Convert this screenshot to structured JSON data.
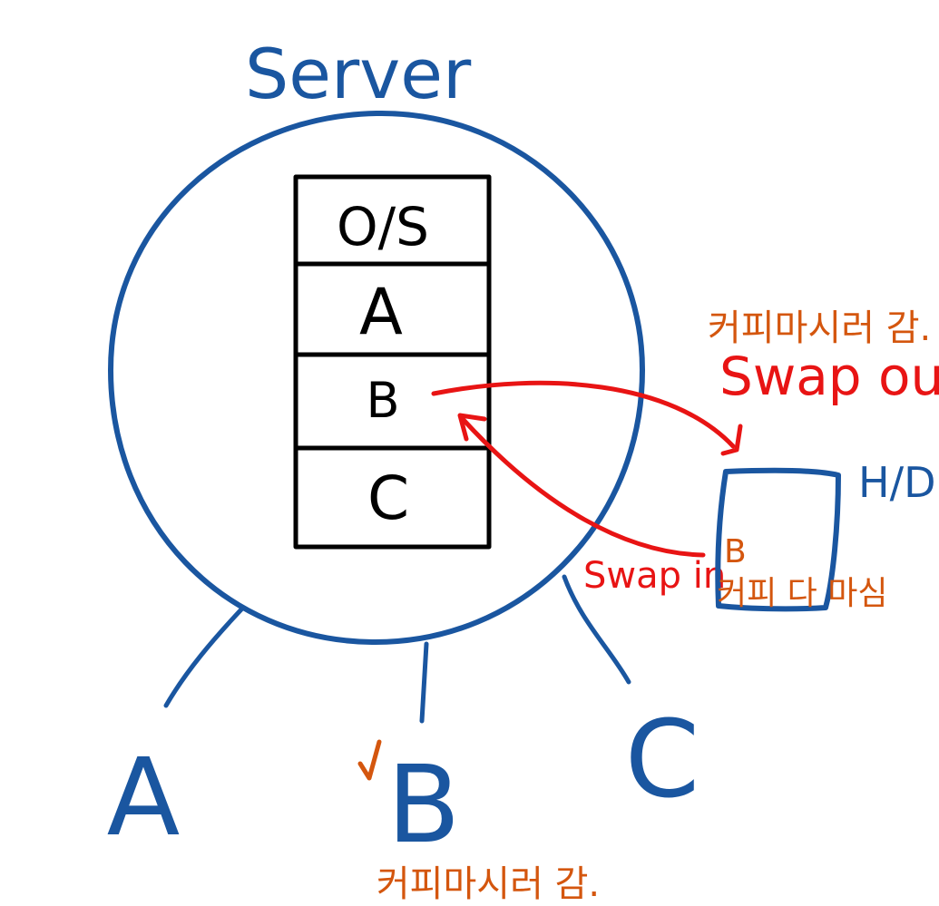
{
  "server": {
    "title": "Server"
  },
  "memory": {
    "slots": [
      {
        "label": "O/S"
      },
      {
        "label": "A"
      },
      {
        "label": "B"
      },
      {
        "label": "C"
      }
    ]
  },
  "clients": [
    {
      "label": "A",
      "checked": false
    },
    {
      "label": "B",
      "checked": true
    },
    {
      "label": "C",
      "checked": false
    }
  ],
  "client_b_note": "커피마시러 감.",
  "swap_out": {
    "label": "Swap out",
    "note": "커피마시러 감."
  },
  "swap_in": {
    "label": "Swap in"
  },
  "disk": {
    "label": "H/D",
    "content": "B",
    "note": "커피 다 마심"
  },
  "colors": {
    "server": "#1a56a0",
    "memory": "#000000",
    "swap_arrow": "#e81414",
    "annotation": "#d4560e"
  }
}
